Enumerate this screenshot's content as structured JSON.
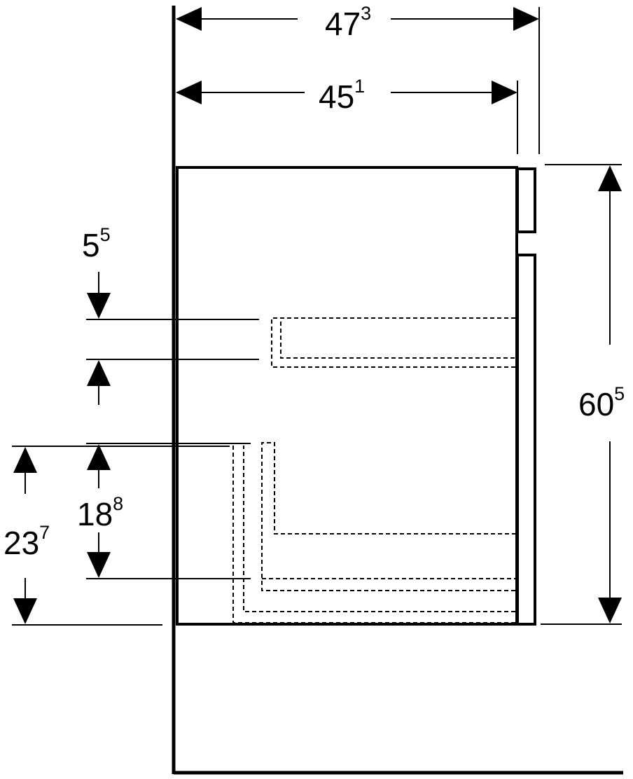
{
  "colors": {
    "line": "#000000",
    "background": "#ffffff"
  },
  "dimensions": {
    "total_depth": {
      "main": "47",
      "sup": "3"
    },
    "body_depth": {
      "main": "45",
      "sup": "1"
    },
    "height": {
      "main": "60",
      "sup": "5"
    },
    "upper_drawer_gap": {
      "main": "5",
      "sup": "5"
    },
    "lower_drawer_height": {
      "main": "18",
      "sup": "8"
    },
    "lower_drawer_offset": {
      "main": "23",
      "sup": "7"
    }
  }
}
